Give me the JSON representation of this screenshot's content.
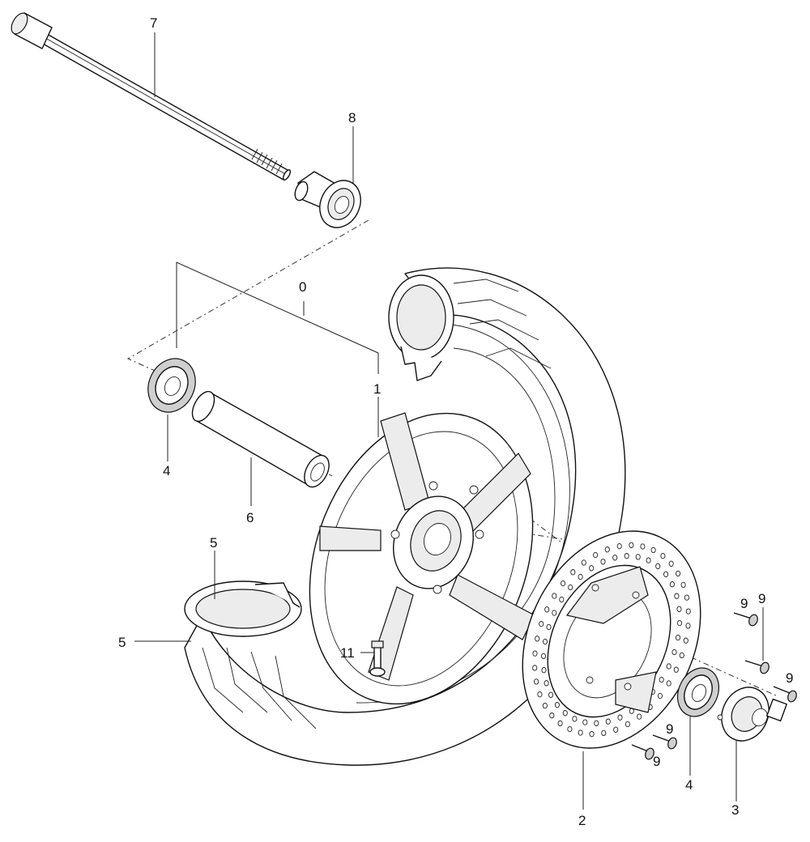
{
  "diagram": {
    "callouts": {
      "axle": "7",
      "collar": "8",
      "wheel_assembly": "0",
      "wheel_rim": "1",
      "bearing_left": "4",
      "spacer": "6",
      "tire_top": "5",
      "tire_side": "5",
      "air_valve": "11",
      "brake_disc": "2",
      "bearing_right": "4",
      "speedometer_gear": "3",
      "bolt_a": "9",
      "bolt_b": "9",
      "bolt_c": "9",
      "bolt_d": "9",
      "bolt_e": "9"
    }
  }
}
